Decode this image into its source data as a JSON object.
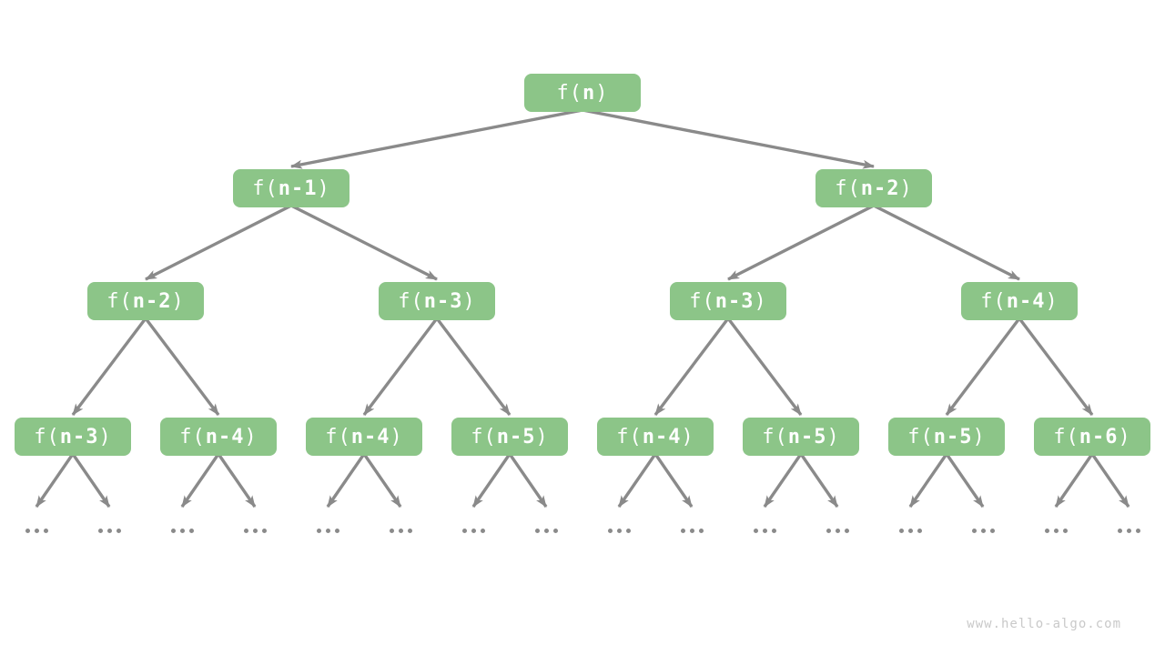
{
  "diagram": {
    "description": "recursion-tree-of-fibonacci-style-function",
    "watermark": "www.hello-algo.com",
    "colors": {
      "background": "#ffffff",
      "node_fill": "#8cc588",
      "node_text": "#ffffff",
      "arrow": "#8a8a8a",
      "ellipsis_dot": "#8a8a8a",
      "watermark": "#c9c9c9"
    },
    "tree": {
      "levels": [
        [
          "f(n)"
        ],
        [
          "f(n-1)",
          "f(n-2)"
        ],
        [
          "f(n-2)",
          "f(n-3)",
          "f(n-3)",
          "f(n-4)"
        ],
        [
          "f(n-3)",
          "f(n-4)",
          "f(n-4)",
          "f(n-5)",
          "f(n-4)",
          "f(n-5)",
          "f(n-5)",
          "f(n-6)"
        ],
        [
          "...",
          "...",
          "...",
          "...",
          "...",
          "...",
          "...",
          "...",
          "...",
          "...",
          "...",
          "...",
          "...",
          "...",
          "...",
          "..."
        ]
      ]
    }
  }
}
